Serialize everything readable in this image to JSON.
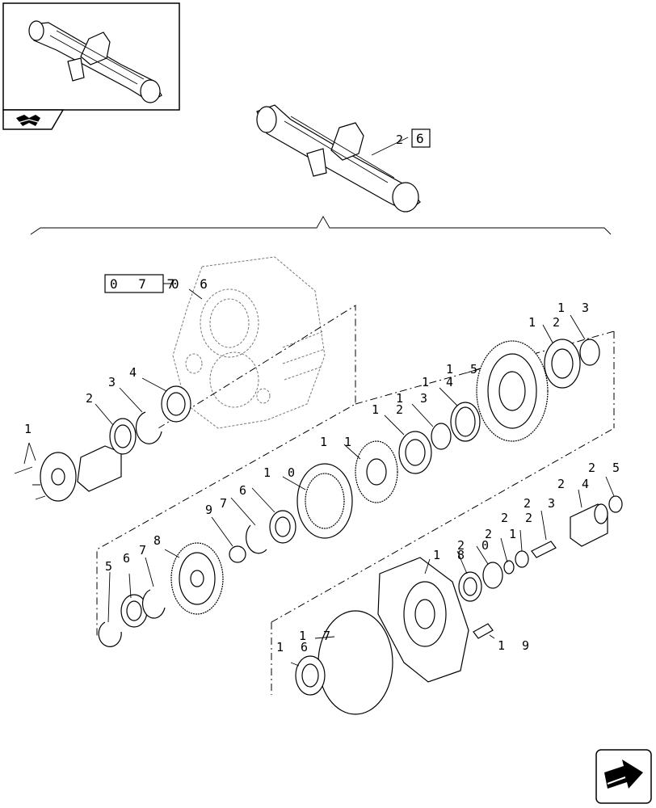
{
  "reference_box_top": "6",
  "reference_box_left": "0 7 7",
  "reference_box_left_suffix": "0 6",
  "callouts": [
    {
      "id": "c1",
      "text": "1"
    },
    {
      "id": "c2",
      "text": "2"
    },
    {
      "id": "c3",
      "text": "3"
    },
    {
      "id": "c4",
      "text": "4"
    },
    {
      "id": "c5",
      "text": "5"
    },
    {
      "id": "c6a",
      "text": "6"
    },
    {
      "id": "c6b",
      "text": "6"
    },
    {
      "id": "c7a",
      "text": "7"
    },
    {
      "id": "c7b",
      "text": "7"
    },
    {
      "id": "c8",
      "text": "8"
    },
    {
      "id": "c9",
      "text": "9"
    },
    {
      "id": "c10",
      "text": "1 0"
    },
    {
      "id": "c11",
      "text": "1 1"
    },
    {
      "id": "c12a",
      "text": "1 2"
    },
    {
      "id": "c12b",
      "text": "1 2"
    },
    {
      "id": "c13a",
      "text": "1 3"
    },
    {
      "id": "c13b",
      "text": "1 3"
    },
    {
      "id": "c14",
      "text": "1 4"
    },
    {
      "id": "c15",
      "text": "1 5"
    },
    {
      "id": "c16",
      "text": "1 6"
    },
    {
      "id": "c17",
      "text": "1 7"
    },
    {
      "id": "c18",
      "text": "1 8"
    },
    {
      "id": "c19",
      "text": "1 9"
    },
    {
      "id": "c20",
      "text": "2 0"
    },
    {
      "id": "c21",
      "text": "2 1"
    },
    {
      "id": "c22",
      "text": "2 2"
    },
    {
      "id": "c23",
      "text": "2 3"
    },
    {
      "id": "c24",
      "text": "2 4"
    },
    {
      "id": "c25",
      "text": "2 5"
    },
    {
      "id": "c2top",
      "text": "2"
    }
  ],
  "icons": {
    "thumbnail_tab": "book-arrow-icon",
    "navigation": "next-page-arrow-icon"
  }
}
